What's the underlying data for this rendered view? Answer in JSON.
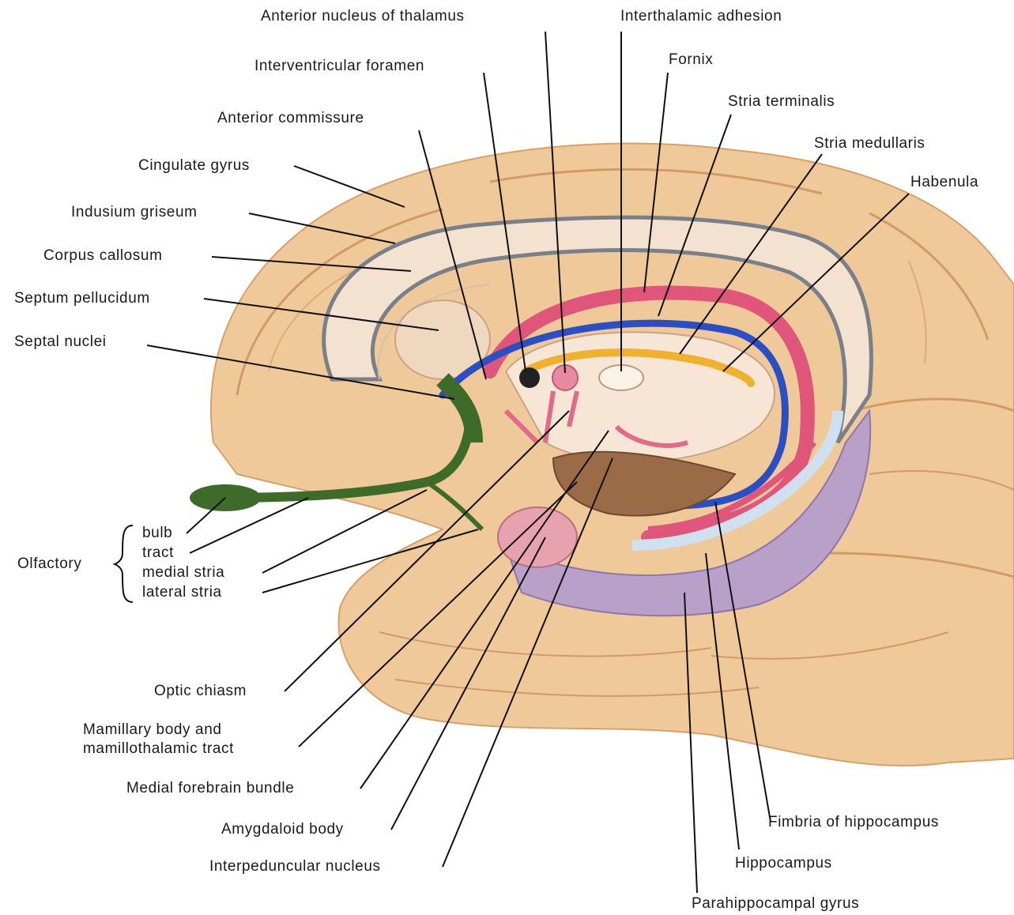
{
  "labels": {
    "anterior_nucleus_thalamus": "Anterior nucleus of thalamus",
    "interthalamic_adhesion": "Interthalamic adhesion",
    "interventricular_foramen": "Interventricular foramen",
    "fornix": "Fornix",
    "stria_terminalis": "Stria terminalis",
    "anterior_commissure": "Anterior commissure",
    "stria_medullaris": "Stria medullaris",
    "cingulate_gyrus": "Cingulate gyrus",
    "habenula": "Habenula",
    "indusium_griseum": "Indusium griseum",
    "corpus_callosum": "Corpus callosum",
    "septum_pellucidum": "Septum pellucidum",
    "septal_nuclei": "Septal nuclei",
    "olfactory": "Olfactory",
    "bulb": "bulb",
    "tract": "tract",
    "medial_stria": "medial stria",
    "lateral_stria": "lateral stria",
    "optic_chiasm": "Optic chiasm",
    "mamillary_body_line1": "Mamillary body and",
    "mamillary_body_line2": "mamillothalamic tract",
    "medial_forebrain_bundle": "Medial forebrain bundle",
    "amygdaloid_body": "Amygdaloid body",
    "interpeduncular_nucleus": "Interpeduncular nucleus",
    "fimbria_hippocampus": "Fimbria of hippocampus",
    "hippocampus": "Hippocampus",
    "parahippocampal_gyrus": "Parahippocampal gyrus"
  },
  "colors": {
    "brain_tissue": "#efc99a",
    "brain_shadow": "#d9a36e",
    "corpus_callosum": "#f3e2cf",
    "fornix_pink": "#e0557a",
    "stria_terminalis_blue": "#2b4fc2",
    "stria_medullaris_yellow": "#f0b030",
    "olfactory_green": "#3f6b2a",
    "hippocampus_lilac": "#b9a0c8",
    "leader_line": "#111111"
  }
}
